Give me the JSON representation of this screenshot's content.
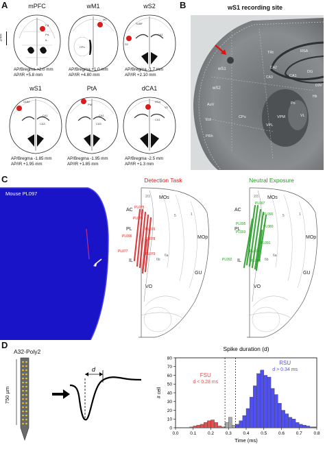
{
  "panel_letters": {
    "a": "A",
    "b": "B",
    "c": "C",
    "d": "D"
  },
  "panel_a": {
    "scale_label": "1mm",
    "sections": [
      {
        "title": "mPFC",
        "coord1": "AP/Bregma +2.0 mm",
        "coord2": "AP/IR +5.8 mm",
        "labels": [
          "Cg",
          "PrL",
          "IL"
        ]
      },
      {
        "title": "wM1",
        "coord1": "AP/Bregma +1.0 mm",
        "coord2": "AP/IR +4.80 mm",
        "labels": [
          "M1",
          "CPu"
        ]
      },
      {
        "title": "wS2",
        "coord1": "AP/Bregma -1.7 mm",
        "coord2": "AP/IR +2.10 mm",
        "labels": [
          "S1BF",
          "S2",
          "CA1"
        ]
      },
      {
        "title": "wS1",
        "coord1": "AP/Bregma -1.85 mm",
        "coord2": "AP/IR +1.95 mm",
        "labels": [
          "S1BF",
          "CA1",
          "CA3"
        ]
      },
      {
        "title": "PtA",
        "coord1": "AP/Bregma -1.95 mm",
        "coord2": "AP/IR +1.85 mm",
        "labels": [
          "PtA",
          "CA1",
          "CA3"
        ]
      },
      {
        "title": "dCA1",
        "coord1": "AP/Bregma -2.5 mm",
        "coord2": "AP/IR +1.3 mm",
        "labels": [
          "RSA",
          "V2",
          "CA1"
        ]
      }
    ]
  },
  "panel_b": {
    "title": "wS1 recording site",
    "labels": [
      "TRt",
      "RSA",
      "wS1",
      "CA1",
      "CA2",
      "CA3",
      "DG",
      "D3V",
      "wS2",
      "AuV",
      "Ect",
      "PRh",
      "CPu",
      "Po",
      "VPM",
      "VPL",
      "VL",
      "Hb"
    ]
  },
  "panel_c": {
    "mouse_label": "Mouse PL097",
    "detection_title": "Detection Task",
    "neutral_title": "Neutral Exposure",
    "atlas_labels": {
      "mos": "MOs",
      "mop": "MOp",
      "ac": "AC",
      "pl": "PL",
      "il": "IL",
      "gu": "GU",
      "vo": "VO",
      "layer23": "2/3",
      "layer5": "5",
      "layer6a": "6a",
      "layer6b": "6b",
      "layer1": "1"
    },
    "detection_ids": [
      "PL075",
      "PL074",
      "PL096",
      "PL076",
      "PL078",
      "PL077",
      "PL079"
    ],
    "neutral_ids": [
      "PL097",
      "PL090",
      "PL095",
      "PL093",
      "PL092",
      "PL094",
      "PL085",
      "PL091",
      "PL080"
    ],
    "colors": {
      "detection": "#d62020",
      "neutral": "#1e9a1e",
      "section_bg": "#1a14c8"
    }
  },
  "panel_d": {
    "probe_title": "A32-Poly2",
    "probe_length": "750 µm",
    "waveform_label": "d",
    "chart_title": "Spike duration (d)",
    "fsu_label": "FSU",
    "fsu_rule": "d < 0.28 ms",
    "rsu_label": "RSU",
    "rsu_rule": "d > 0.34 ms",
    "colors": {
      "fsu": "#e05050",
      "rsu": "#5050ee",
      "unclassified": "#a8a8a8"
    }
  },
  "chart_data": {
    "type": "bar",
    "title": "Spike duration (d)",
    "xlabel": "Time (ms)",
    "ylabel": "# cell",
    "xlim": [
      0,
      0.8
    ],
    "ylim": [
      0,
      80
    ],
    "xticks": [
      "0.0",
      "0.1",
      "0.2",
      "0.3",
      "0.4",
      "0.5",
      "0.6",
      "0.7",
      "0.8"
    ],
    "yticks": [
      "0",
      "10",
      "20",
      "30",
      "40",
      "50",
      "60",
      "70",
      "80"
    ],
    "bin_width_ms": 0.02,
    "thresholds_ms": [
      0.28,
      0.34
    ],
    "series": [
      {
        "name": "FSU",
        "x": [
          0.09,
          0.11,
          0.13,
          0.15,
          0.17,
          0.19,
          0.21,
          0.23,
          0.25,
          0.27
        ],
        "values": [
          1,
          2,
          3,
          4,
          6,
          8,
          9,
          6,
          2,
          1
        ]
      },
      {
        "name": "unclassified",
        "x": [
          0.29,
          0.31,
          0.33
        ],
        "values": [
          6,
          12,
          3
        ]
      },
      {
        "name": "RSU",
        "x": [
          0.35,
          0.37,
          0.39,
          0.41,
          0.43,
          0.45,
          0.47,
          0.49,
          0.51,
          0.53,
          0.55,
          0.57,
          0.59,
          0.61,
          0.63,
          0.65,
          0.67,
          0.69,
          0.71,
          0.73,
          0.75,
          0.77,
          0.79
        ],
        "values": [
          4,
          8,
          14,
          22,
          35,
          48,
          62,
          66,
          60,
          58,
          45,
          38,
          28,
          20,
          16,
          12,
          10,
          6,
          4,
          3,
          2,
          1,
          1
        ]
      }
    ]
  }
}
